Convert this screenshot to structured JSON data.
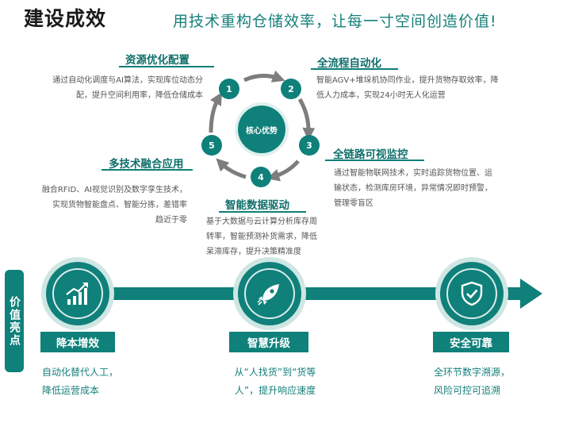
{
  "header": {
    "title": "建设成效",
    "slogan": "用技术重构仓储效率，让每一寸空间创造价值!"
  },
  "cycle": {
    "core_label": "核心优势",
    "nodes": [
      {
        "number": "1",
        "title": "资源优化配置",
        "desc": [
          "通过自动化调度与AI算法，实现库位动态分",
          "配，提升空间利用率，降低仓储成本"
        ]
      },
      {
        "number": "2",
        "title": "全流程自动化",
        "desc": [
          "智能AGV+堆垛机协同作业，提升货物存取效率，降",
          "低人力成本，实现24小时无人化运营"
        ]
      },
      {
        "number": "3",
        "title": "全链路可视监控",
        "desc": [
          "通过智能物联网技术，实时追踪货物位置、运",
          "输状态，检测库房环境，异常情况即时预警，",
          "管理零盲区"
        ]
      },
      {
        "number": "4",
        "title": "智能数据驱动",
        "desc": [
          "基于大数据与云计算分析库存周",
          "转率，智能预测补货需求，降低",
          "呆滞库存，提升决策精准度"
        ]
      },
      {
        "number": "5",
        "title": "多技术融合应用",
        "desc": [
          "融合RFID、AI视觉识别及数字孪生技术，",
          "实现货物智能盘点、智能分拣，差错率",
          "趋近于零"
        ]
      }
    ]
  },
  "value": {
    "side_label": "价值亮点",
    "items": [
      {
        "icon": "bar-chart-icon",
        "title": "降本增效",
        "desc": [
          "自动化替代人工，",
          "降低运营成本"
        ]
      },
      {
        "icon": "rocket-icon",
        "title": "智慧升级",
        "desc": [
          "从“人找货”到“货等",
          "人”，提升响应速度"
        ]
      },
      {
        "icon": "shield-check-icon",
        "title": "安全可靠",
        "desc": [
          "全环节数字溯源，",
          "风险可控可追溯"
        ]
      }
    ]
  },
  "colors": {
    "primary": "#0f807a",
    "arrow_gray": "#7d7d7d",
    "text_teal": "#157f7a"
  }
}
